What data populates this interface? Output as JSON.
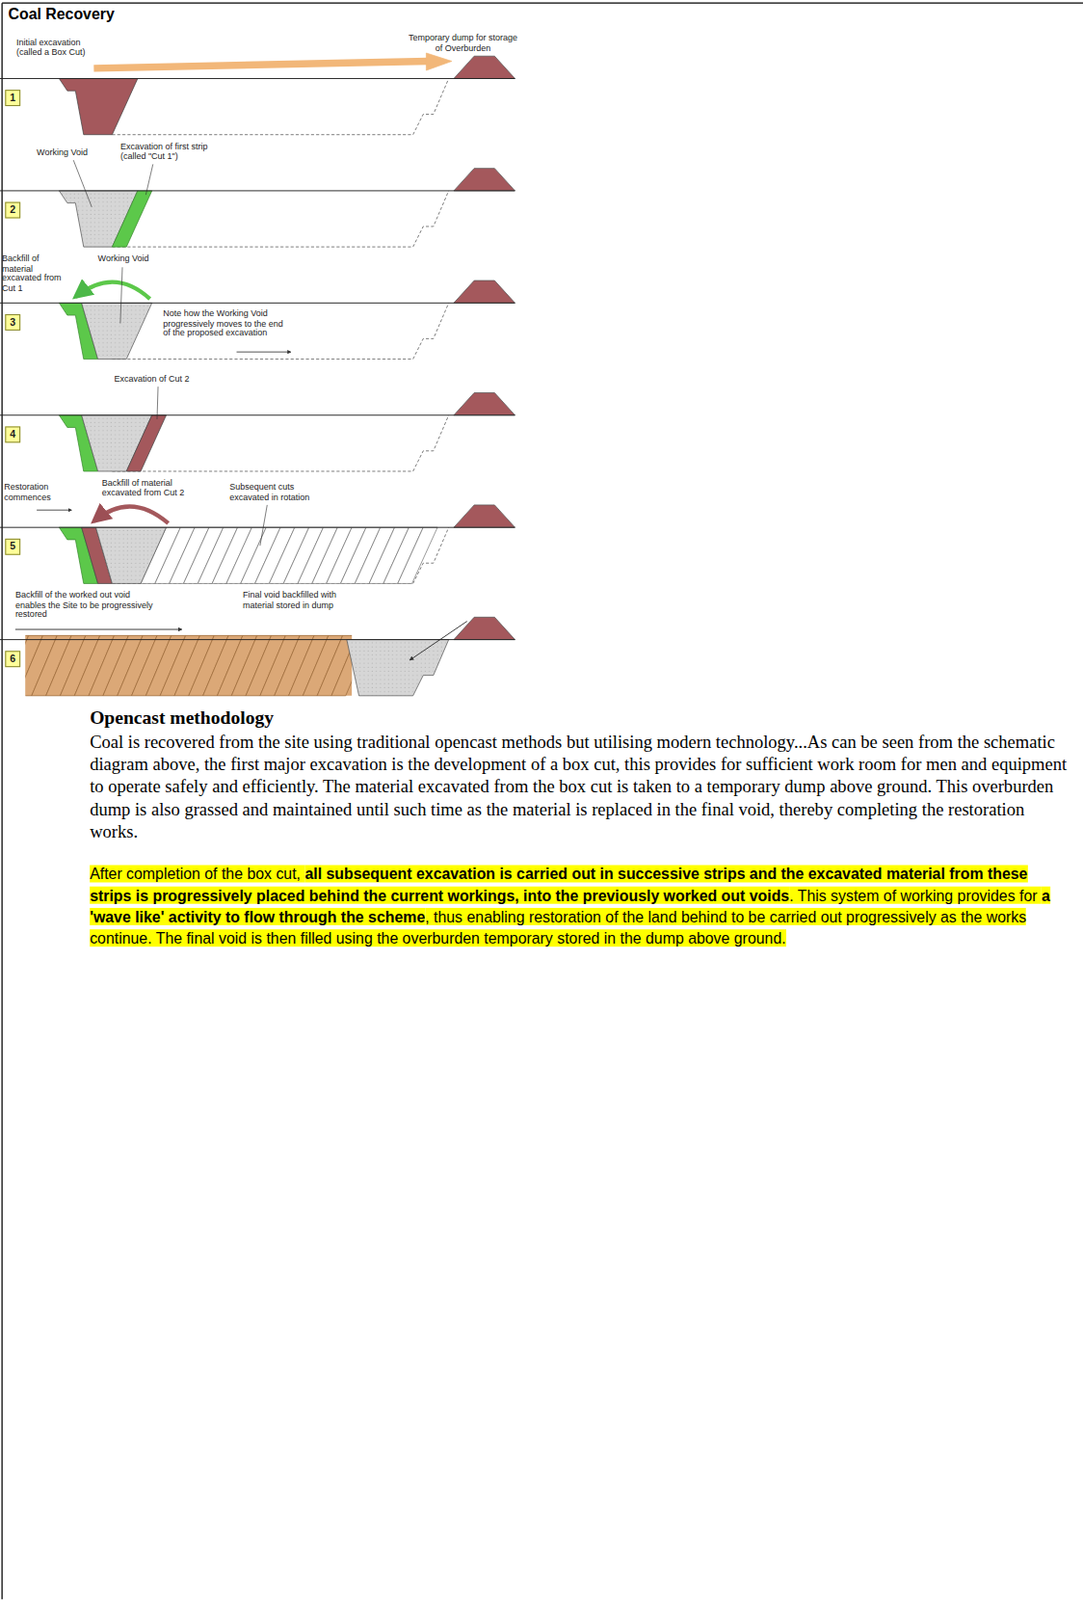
{
  "diagram": {
    "title": "Coal Recovery",
    "nodes": [
      {
        "text": [
          "1"
        ]
      },
      {
        "text": [
          "2"
        ]
      },
      {
        "text": [
          "3"
        ]
      },
      {
        "text": [
          "4"
        ]
      },
      {
        "text": [
          "5"
        ]
      },
      {
        "text": [
          "6"
        ]
      }
    ],
    "labels": [
      "Initial excavation (called a Box Cut)",
      "Temporary dump for storage of Overburden",
      "Working Void",
      "Excavation of first strip (called \"Cut 1\")",
      "Backfill of material excavated from Cut 1",
      "Working Void",
      "Note how the Working Void progressively moves to the end of the proposed excavation",
      "Excavation of Cut 2",
      "Restoration commences",
      "Backfill of material excavated from Cut 2",
      "Subsequent cuts excavated in rotation",
      "Backfill of the worked out void enables the Site to be progressively restored",
      "Final void backfilled with material stored in dump",
      "Opencast methodology",
      "Coal is recovered from the site using traditional opencast methods but utilising modern technology...As can be seen from the schematic diagram above, the first major excavation is the development of a box cut, this provides for sufficient work room for men and equipment to operate safely and efficiently. The material excavated from the box cut is taken to a temporary dump above ground. This overburden dump is also grassed and maintained until such time as the material is replaced in the final void, thereby completing the restoration works.",
      "After completion of the box cut, ",
      "all subsequent excavation is carried out in successive strips and the excavated material from these strips is progressively placed behind the current workings, into the previously worked out voids",
      ". This system of working provides for ",
      "a 'wave like' activity to flow through the scheme",
      ", thus enabling restoration of the land behind to be carried out progressively as the works continue. The final void is then filled using the overburden temporary stored in the dump above ground."
    ]
  }
}
